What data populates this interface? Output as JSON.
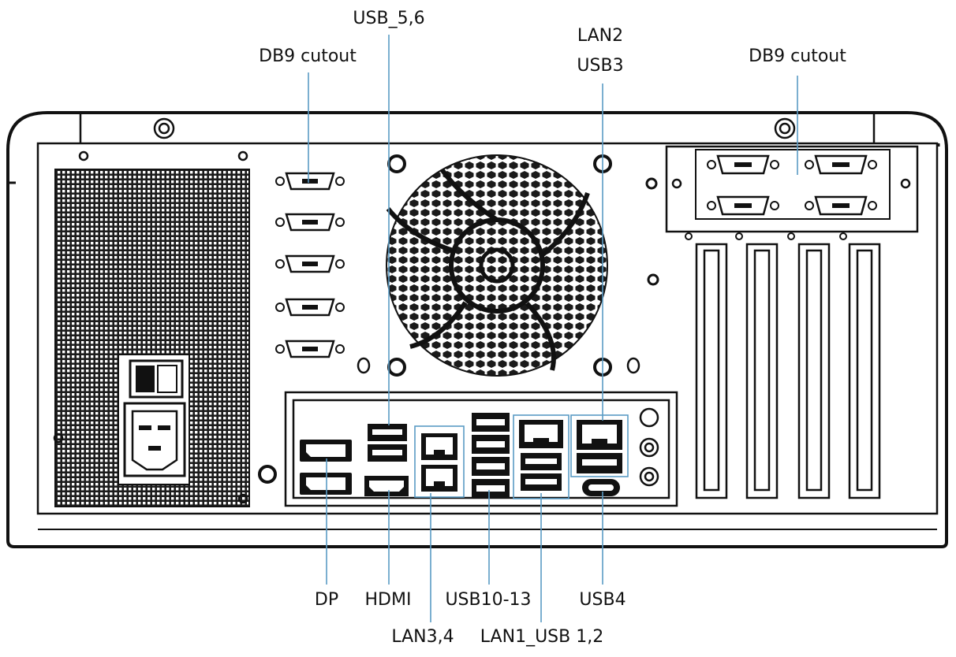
{
  "labels": {
    "db9_left": "DB9 cutout",
    "usb_5_6": "USB_5,6",
    "lan2": "LAN2",
    "usb3": "USB3",
    "db9_right": "DB9 cutout",
    "dp": "DP",
    "hdmi": "HDMI",
    "usb10_13": "USB10-13",
    "usb4": "USB4",
    "lan3_4": "LAN3,4",
    "lan1_usb1_2": "LAN1_USB 1,2"
  },
  "colors": {
    "leader": "#5a9bc4",
    "outline": "#111111"
  }
}
